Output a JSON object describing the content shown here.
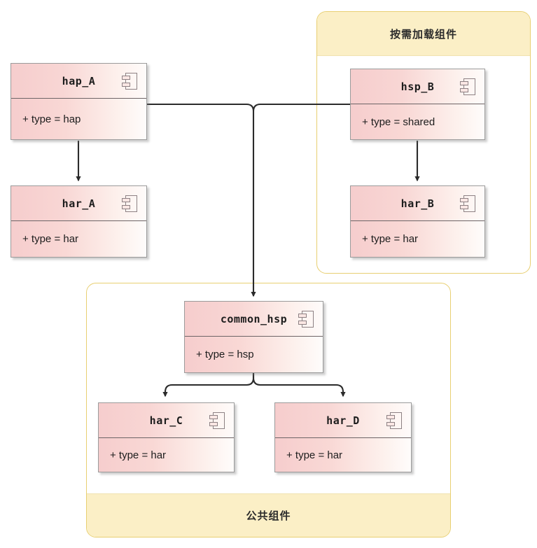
{
  "diagram": {
    "type": "uml-component-diagram",
    "background": "#ffffff",
    "colors": {
      "node_fill_left": "#f6cdcd",
      "node_fill_right": "#fefbfa",
      "node_border": "#9b9b9b",
      "node_divider": "#6d6466",
      "group_border": "#e8cf72",
      "group_band": "#fbefc6",
      "edge": "#2b2b2b"
    }
  },
  "groups": [
    {
      "id": "on-demand",
      "label": "按需加载组件",
      "band_position": "top"
    },
    {
      "id": "common",
      "label": "公共组件",
      "band_position": "bottom"
    }
  ],
  "nodes": [
    {
      "id": "hap_A",
      "title": "hap_A",
      "attribute": "+ type = hap",
      "icon": "uml-component-icon"
    },
    {
      "id": "har_A",
      "title": "har_A",
      "attribute": "+ type = har",
      "icon": "uml-component-icon"
    },
    {
      "id": "hsp_B",
      "title": "hsp_B",
      "attribute": "+ type = shared",
      "icon": "uml-component-icon"
    },
    {
      "id": "har_B",
      "title": "har_B",
      "attribute": "+ type = har",
      "icon": "uml-component-icon"
    },
    {
      "id": "common_hsp",
      "title": "common_hsp",
      "attribute": "+ type = hsp",
      "icon": "uml-component-icon"
    },
    {
      "id": "har_C",
      "title": "har_C",
      "attribute": "+ type = har",
      "icon": "uml-component-icon"
    },
    {
      "id": "har_D",
      "title": "har_D",
      "attribute": "+ type = har",
      "icon": "uml-component-icon"
    }
  ],
  "edges": [
    {
      "from": "hap_A",
      "to": "har_A",
      "arrow": true
    },
    {
      "from": "hsp_B",
      "to": "har_B",
      "arrow": true
    },
    {
      "from": "hap_A",
      "to": "common_hsp",
      "arrow": true
    },
    {
      "from": "hsp_B",
      "to": "common_hsp",
      "arrow": true
    },
    {
      "from": "common_hsp",
      "to": "har_C",
      "arrow": true
    },
    {
      "from": "common_hsp",
      "to": "har_D",
      "arrow": true
    }
  ]
}
